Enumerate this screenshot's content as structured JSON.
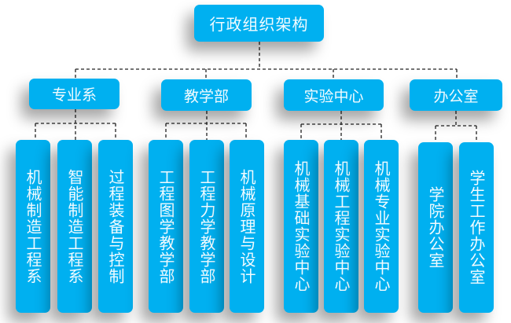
{
  "root": {
    "label": "行政组织架构"
  },
  "departments": [
    {
      "label": "专业系",
      "children": [
        "机械制造工程系",
        "智能制造工程系",
        "过程装备与控制"
      ]
    },
    {
      "label": "教学部",
      "children": [
        "工程图学教学部",
        "工程力学教学部",
        "机械原理与设计"
      ]
    },
    {
      "label": "实验中心",
      "children": [
        "机械基础实验中心",
        "机械工程实验中心",
        "机械专业实验中心"
      ]
    },
    {
      "label": "办公室",
      "children": [
        "学院办公室",
        "学生工作办公室"
      ]
    }
  ],
  "colors": {
    "box": "#00b0f0",
    "text": "#ffffff",
    "connector": "#222222"
  }
}
